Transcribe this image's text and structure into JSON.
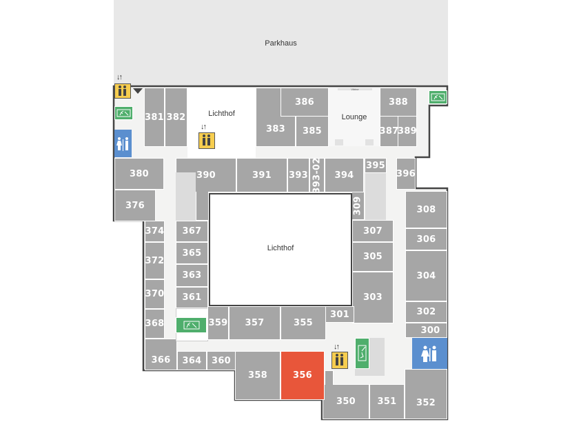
{
  "labels": {
    "parkhaus": "Parkhaus",
    "lichthof_top": "Lichthof",
    "lounge": "Lounge",
    "lichthof_center": "Lichthof",
    "vitrine": "Vitrine"
  },
  "rooms": {
    "r381": "381",
    "r382": "382",
    "r383": "383",
    "r385": "385",
    "r386": "386",
    "r387": "387",
    "r388": "388",
    "r389": "389",
    "r380": "380",
    "r376": "376",
    "r390": "390",
    "r391": "391",
    "r393": "393",
    "r393_02": "393-02",
    "r394": "394",
    "r395": "395",
    "r396": "396",
    "r309": "309",
    "r308": "308",
    "r306": "306",
    "r304": "304",
    "r302": "302",
    "r300": "300",
    "r307": "307",
    "r305": "305",
    "r303": "303",
    "r301": "301",
    "r374": "374",
    "r372": "372",
    "r370": "370",
    "r368": "368",
    "r366": "366",
    "r364": "364",
    "r360": "360",
    "r358": "358",
    "r356": "356",
    "r367": "367",
    "r365": "365",
    "r363": "363",
    "r361": "361",
    "r359": "359",
    "r357": "357",
    "r355": "355",
    "r350": "350",
    "r351": "351",
    "r352": "352"
  },
  "highlighted_room": "356",
  "colors": {
    "room": "#a6a6a6",
    "highlight": "#e8563a",
    "exit": "#4fae6c",
    "wc": "#5b8fcf",
    "elevator": "#f6cd4f"
  }
}
